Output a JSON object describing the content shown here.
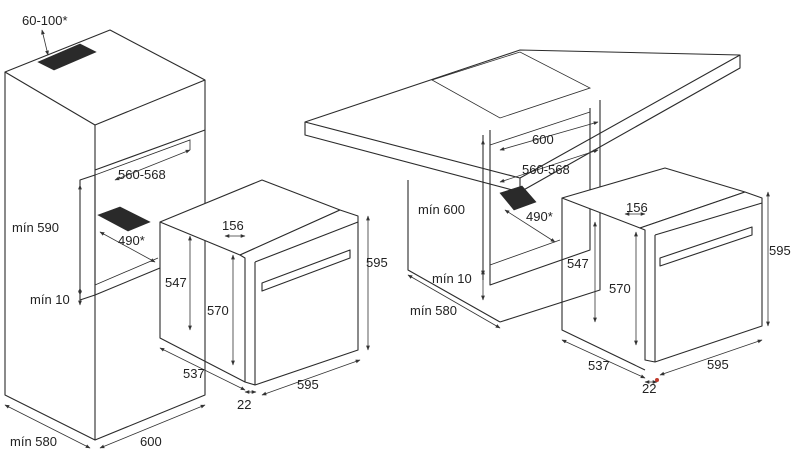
{
  "column": {
    "vent_gap": "60-100*",
    "niche_width": "560-568",
    "niche_height_min": "mín 590",
    "vent_depth": "490*",
    "bottom_clearance": "mín 10",
    "cabinet_depth": "mín 580",
    "cabinet_width": "600",
    "oven": {
      "body_height": "547",
      "panel_offset": "156",
      "inner_height": "570",
      "front_height": "595",
      "depth": "537",
      "front_width": "595",
      "front_thickness": "22"
    }
  },
  "undercounter": {
    "counter_width": "600",
    "niche_width": "560-568",
    "niche_height_min": "mín 600",
    "vent_depth": "490*",
    "bottom_clearance": "mín 10",
    "cabinet_depth": "mín 580",
    "oven": {
      "body_height": "547",
      "panel_offset": "156",
      "inner_height": "570",
      "front_height": "595",
      "depth": "537",
      "front_width": "595",
      "front_thickness": "22"
    }
  },
  "colors": {
    "line": "#2b2b2b",
    "vent": "#2a2a2a",
    "marker": "#c0392b"
  }
}
